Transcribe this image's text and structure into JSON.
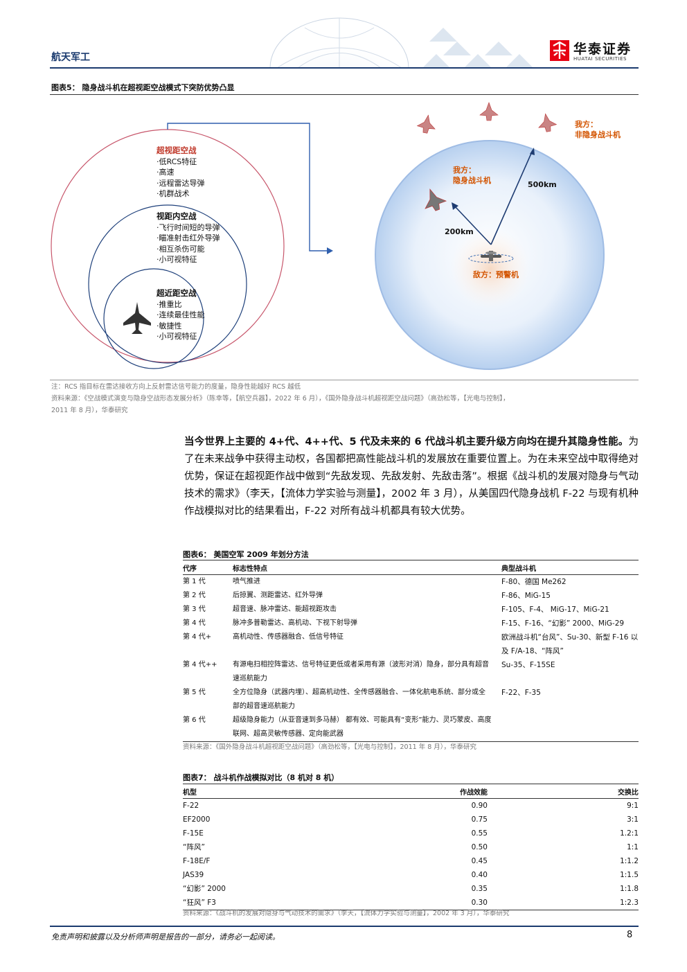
{
  "header": {
    "section": "航天军工",
    "logo_cn": "华泰证券",
    "logo_en": "HUATAI SECURITIES"
  },
  "figure5": {
    "caption": "图表5： 隐身战斗机在超视距空战模式下突防优势凸显",
    "outer": {
      "title": "超视距空战",
      "items": [
        "·低RCS特征",
        "·高速",
        "·远程雷达导弹",
        "·机群战术"
      ]
    },
    "middle": {
      "title": "视距内空战",
      "items": [
        "·飞行时间短的导弹",
        "·瞄准射击红外导弹",
        "·相互杀伤可能",
        "·小可视特征"
      ]
    },
    "inner": {
      "title": "超近距空战",
      "items": [
        "·推重比",
        "·连续最佳性能",
        "·敏捷性",
        "·小可视特征"
      ]
    },
    "enemy_label": "敌方：预警机",
    "our_stealth": "我方：\n隐身战斗机",
    "our_nonstealth": "我方：\n非隐身战斗机",
    "range_500": "500km",
    "range_200": "200km",
    "note": "注：RCS 指目标在雷达接收方向上反射雷达信号能力的度量，隐身性能越好 RCS 越低",
    "source": "资料来源：《空战模式演变与隐身空战形态发展分析》（陈幸等，【航空兵器】，2022 年 6 月），《国外隐身战斗机超视距空战问题》（高劲松等，【光电与控制】，",
    "source2": "2011 年 8 月），华泰研究"
  },
  "paragraph": {
    "bold": "当今世界上主要的 4+代、4++代、5 代及未来的 6 代战斗机主要升级方向均在提升其隐身性能。",
    "rest": "为了在未来战争中获得主动权，各国都把高性能战斗机的发展放在重要位置上。为在未来空战中取得绝对优势，保证在超视距作战中做到“先敌发现、先敌发射、先敌击落”。根据《战斗机的发展对隐身与气动技术的需求》（李天，【流体力学实验与测量】，2002 年 3 月），从美国四代隐身战机 F-22 与现有机种作战模拟对比的结果看出，F-22 对所有战斗机都具有较大优势。"
  },
  "table6": {
    "caption": "图表6： 美国空军 2009 年划分方法",
    "headers": [
      "代序",
      "标志性特点",
      "典型战斗机"
    ],
    "rows": [
      [
        "第 1 代",
        "喷气推进",
        "F-80、德国  Me262"
      ],
      [
        "第 2 代",
        "后掠翼、测距雷达、红外导弹",
        "F-86、MiG-15"
      ],
      [
        "第 3 代",
        "超音速、脉冲雷达、能超视距攻击",
        "F-105、F-4、 MiG-17、MiG-21"
      ],
      [
        "第 4 代",
        "脉冲多普勒雷达、高机动、下视下射导弹",
        "F-15、F-16、“幻影” 2000、MiG-29"
      ],
      [
        "第 4 代+",
        "高机动性、传感器融合、低信号特征",
        "欧洲战斗机“台风”、Su-30、新型 F-16 以及 F/A-18、“阵风”"
      ],
      [
        "第 4 代++",
        "有源电扫相控阵雷达、信号特征更低或者采用有源（波形对消）隐身，部分具有超音速巡航能力",
        "Su-35、F-15SE"
      ],
      [
        "第 5 代",
        "全方位隐身（武器内埋）、超高机动性、全传感器融合、一体化航电系统、部分或全部的超音速巡航能力",
        "F-22、F-35"
      ],
      [
        "第 6 代",
        "超级隐身能力（从亚音速到多马赫） 都有效、可能具有“变形”能力、灵巧蒙皮、高度联网、超高灵敏传感器、定向能武器",
        ""
      ]
    ],
    "source": "资料来源：《国外隐身战斗机超视距空战问题》（高劲松等，【光电与控制】，2011 年 8 月），华泰研究"
  },
  "table7": {
    "caption": "图表7： 战斗机作战模拟对比（8 机对 8 机）",
    "headers": [
      "机型",
      "作战效能",
      "交换比"
    ],
    "rows": [
      [
        "F-22",
        "0.90",
        "9:1"
      ],
      [
        "EF2000",
        "0.75",
        "3:1"
      ],
      [
        "F-15E",
        "0.55",
        "1.2:1"
      ],
      [
        "“阵风”",
        "0.50",
        "1:1"
      ],
      [
        "F-18E/F",
        "0.45",
        "1:1.2"
      ],
      [
        "JAS39",
        "0.40",
        "1:1.5"
      ],
      [
        "“幻影” 2000",
        "0.35",
        "1:1.8"
      ],
      [
        "“狂风” F3",
        "0.30",
        "1:2.3"
      ]
    ],
    "source": "资料来源：《战斗机的发展对隐身与气动技术的需求》（李天，【流体力学实验与测量】，2002 年 3 月），华泰研究"
  },
  "footer": {
    "disclaimer": "免责声明和披露以及分析师声明是报告的一部分，请务必一起阅读。",
    "page": "8"
  },
  "colors": {
    "navy": "#1a3a6e",
    "red_label": "#c0392b",
    "orange_label": "#d35400",
    "logo_red": "#e60012"
  }
}
